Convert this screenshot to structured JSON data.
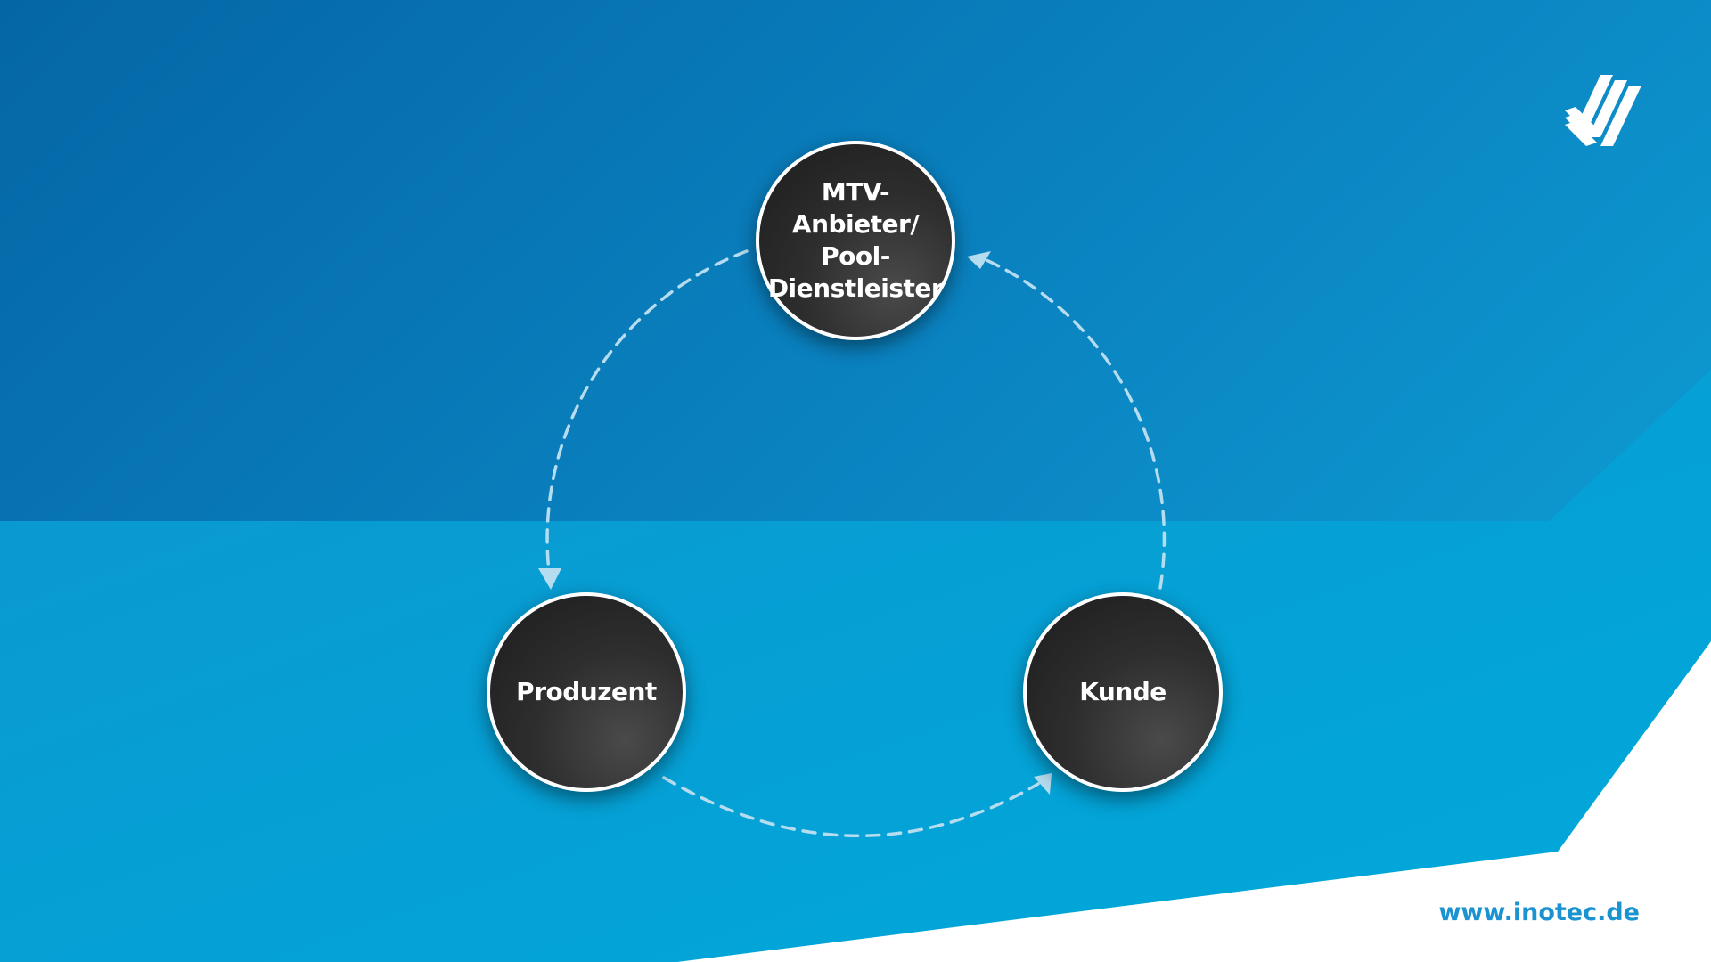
{
  "diagram": {
    "nodes": [
      {
        "id": "top",
        "label": "MTV-\nAnbieter/\nPool-\nDienstleister"
      },
      {
        "id": "left",
        "label": "Produzent"
      },
      {
        "id": "right",
        "label": "Kunde"
      }
    ],
    "edges": [
      {
        "from": "top",
        "to": "left",
        "style": "dashed",
        "arrow": "end"
      },
      {
        "from": "left",
        "to": "right",
        "style": "dashed",
        "arrow": "end"
      },
      {
        "from": "right",
        "to": "top",
        "style": "dashed",
        "arrow": "end"
      }
    ]
  },
  "footer": {
    "url": "www.inotec.de"
  },
  "brand": {
    "logo_icon": "inotec-stripes-logo-icon"
  },
  "colors": {
    "bg_dark": "#0672ad",
    "bg_mid": "#0a8cc6",
    "bg_light": "#00a6d8",
    "node_fill": "#2b2b2b",
    "node_border": "#ffffff",
    "edge": "#b5dcef",
    "url_text": "#1b93d1"
  }
}
